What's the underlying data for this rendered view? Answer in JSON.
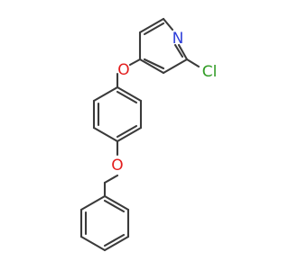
{
  "molecule": {
    "atoms": {
      "nitrogen": {
        "label": "N",
        "color": "#2f3fd9"
      },
      "chlorine": {
        "label": "Cl",
        "color": "#2e9b22"
      },
      "ether_oxygen_top": {
        "label": "O",
        "color": "#e31e1e"
      },
      "ether_oxygen_bottom": {
        "label": "O",
        "color": "#e31e1e"
      }
    },
    "bond_color": "#3a3a3a"
  }
}
